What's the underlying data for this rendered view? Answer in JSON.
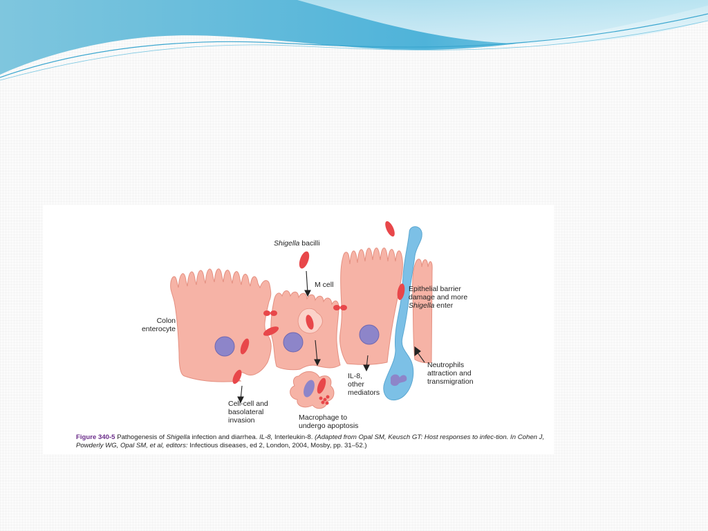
{
  "slide": {
    "figure": {
      "labels": {
        "shigella_italic": "Shigella",
        "shigella_rest": " bacilli",
        "m_cell": "M cell",
        "colon_line1": "Colon",
        "colon_line2": "enterocyte",
        "epithelial_line1": "Epithelial barrier",
        "epithelial_line2": "damage and more",
        "epithelial_line3_italic": "Shigella",
        "epithelial_line3_rest": " enter",
        "il8_line1": "IL-8,",
        "il8_line2": "other",
        "il8_line3": "mediators",
        "neutro_line1": "Neutrophils",
        "neutro_line2": "attraction and",
        "neutro_line3": "transmigration",
        "cellcell_line1": "Cell-cell and",
        "cellcell_line2": "basolateral",
        "cellcell_line3": "invasion",
        "macro_line1": "Macrophage to",
        "macro_line2": "undergo apoptosis"
      },
      "caption": {
        "figure_number": "Figure 340-5",
        "text_1": " Pathogenesis of ",
        "text_2_italic": "Shigella",
        "text_3": " infection and diarrhea. ",
        "text_4_italic": "IL-8,",
        "text_5": " Interleukin-8. ",
        "text_6_italic": "(Adapted from Opal SM, Keusch GT: Host responses to infec-tion. In Cohen J, Powderly WG, Opal SM, et al, editors:",
        "text_7": " Infectious diseases, ed 2, London, 2004, Mosby, pp. 31–52.)"
      }
    },
    "colors": {
      "cell_fill": "#f6b3a6",
      "cell_stroke": "#e48f80",
      "bacteria": "#e8474a",
      "nucleus": "#8d85c9",
      "neutrophil": "#7cc0e6",
      "caption_accent": "#6b2d8a",
      "header_wave": "#5fb7d8"
    }
  }
}
